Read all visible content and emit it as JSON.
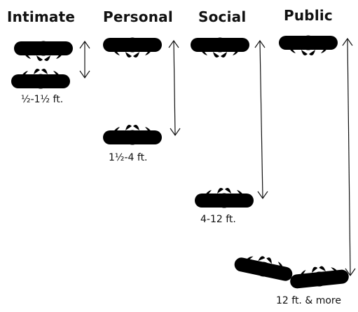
{
  "zones": [
    {
      "id": "intimate",
      "title": "Intimate",
      "distance": "½-1½ ft."
    },
    {
      "id": "personal",
      "title": "Personal",
      "distance": "1½-4 ft."
    },
    {
      "id": "social",
      "title": "Social",
      "distance": "4-12 ft."
    },
    {
      "id": "public",
      "title": "Public",
      "distance": "12 ft. & more"
    }
  ]
}
